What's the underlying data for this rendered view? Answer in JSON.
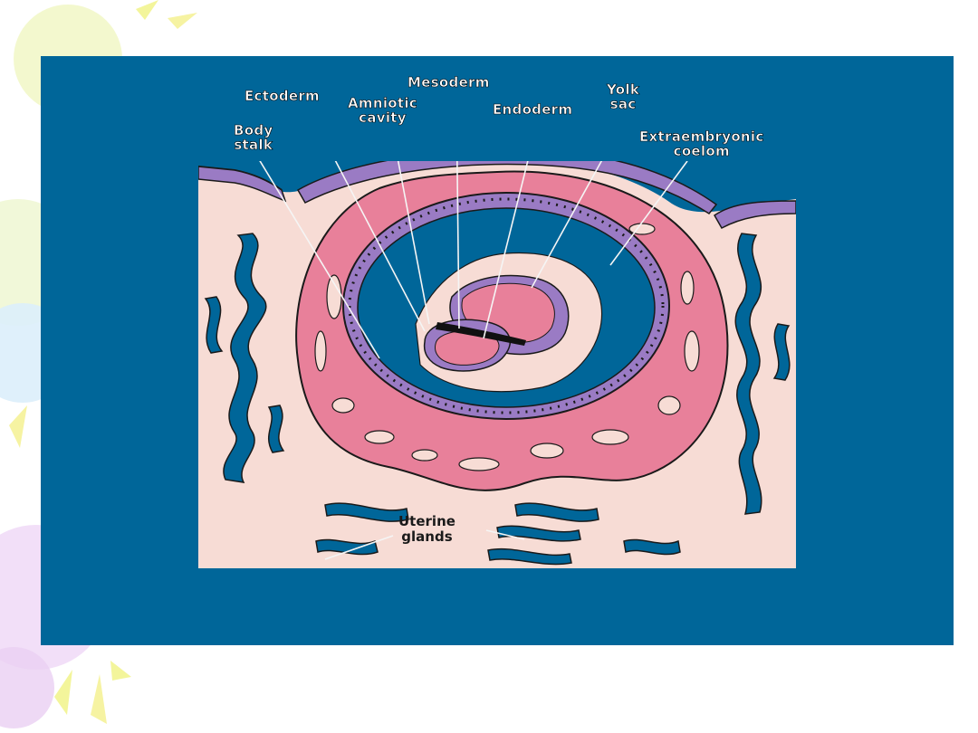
{
  "colors": {
    "panel": "#006699",
    "tissue": "#f7dcd5",
    "trophoblast": "#e8809a",
    "cells": "#8e6fb8",
    "cavity": "#006699"
  },
  "labels": {
    "ectoderm": "Ectoderm",
    "mesoderm": "Mesoderm",
    "amniotic_cavity_1": "Amniotic",
    "amniotic_cavity_2": "cavity",
    "endoderm": "Endoderm",
    "yolk_sac_1": "Yolk",
    "yolk_sac_2": "sac",
    "body_stalk_1": "Body",
    "body_stalk_2": "stalk",
    "extraembryonic_coelom_1": "Extraembryonic",
    "extraembryonic_coelom_2": "coelom",
    "uterine_glands_1": "Uterine",
    "uterine_glands_2": "glands"
  }
}
